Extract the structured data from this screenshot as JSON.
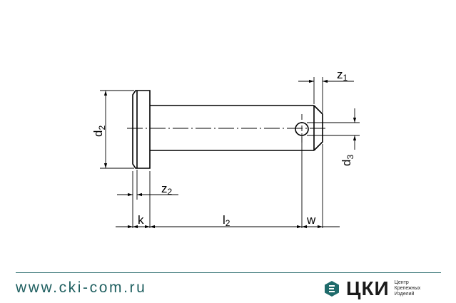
{
  "labels": {
    "d2": "d",
    "d2_sub": "2",
    "d3": "d",
    "d3_sub": "3",
    "z1": "z",
    "z1_sub": "1",
    "z2": "z",
    "z2_sub": "2",
    "k": "k",
    "l2": "l",
    "l2_sub": "2",
    "w": "w"
  },
  "footer": {
    "url": "www.cki-com.ru",
    "brand_name": "ЦКИ",
    "brand_tagline": [
      "Центр",
      "Крепежных",
      "Изделий"
    ]
  },
  "colors": {
    "line": "#000000",
    "footer_accent": "#2e6f70",
    "logo": "#1f6b6b"
  }
}
